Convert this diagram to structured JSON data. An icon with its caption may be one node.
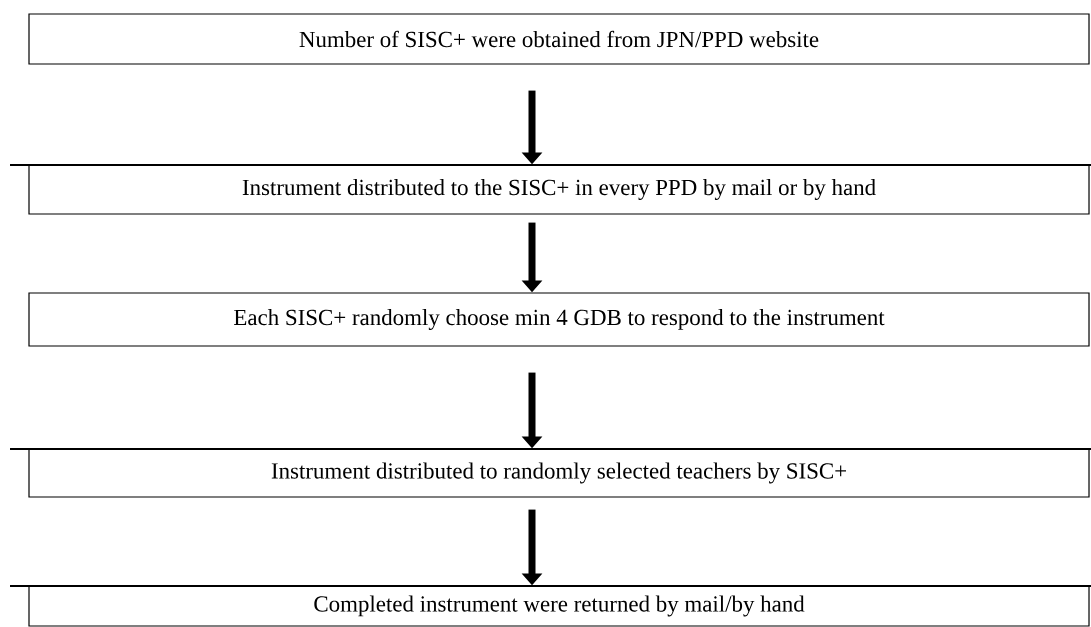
{
  "diagram": {
    "nodes": [
      {
        "text": [
          "Number of SISC+ were obtained from JPN/PPD website"
        ]
      },
      {
        "text": [
          "Instrument distributed to the SISC+ in every PPD by mail or by hand"
        ]
      },
      {
        "text": [
          "Each SISC+ randomly choose min 4 GDB to respond to the instrument"
        ]
      },
      {
        "text": [
          "Instrument distributed to randomly selected teachers by SISC+"
        ]
      },
      {
        "text": [
          "Completed instrument were returned by mail/by hand"
        ]
      }
    ],
    "edges": [
      {
        "from": 0,
        "to": 1,
        "arrow": "to"
      },
      {
        "from": 1,
        "to": 2,
        "arrow": "to"
      },
      {
        "from": 2,
        "to": 3,
        "arrow": "to"
      },
      {
        "from": 3,
        "to": 4,
        "arrow": "to"
      }
    ]
  }
}
